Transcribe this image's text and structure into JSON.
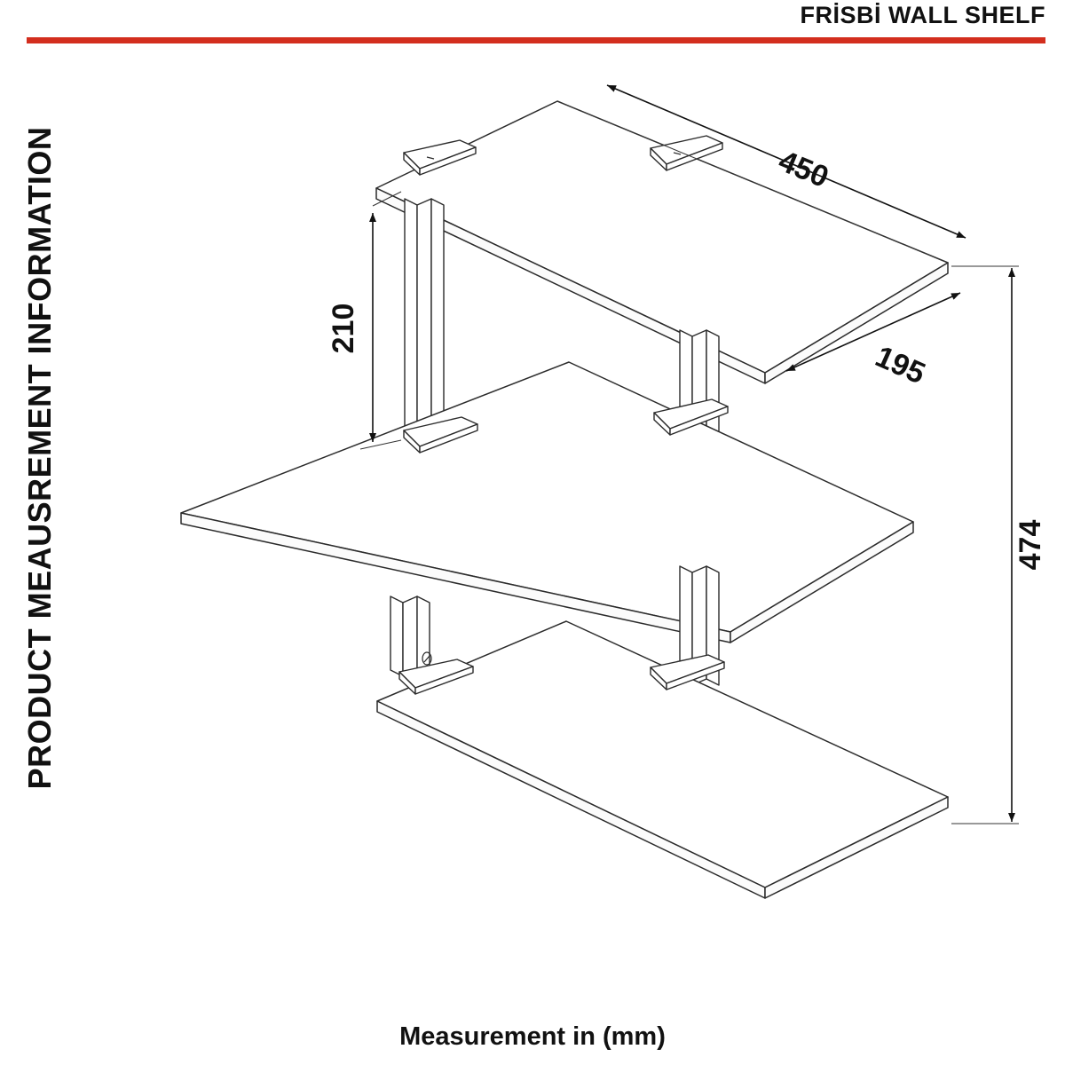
{
  "header": {
    "title": "FRİSBİ WALL SHELF",
    "rule_color": "#d32e1e"
  },
  "side_caption": "PRODUCT MEAUSREMENT INFORMATION",
  "bottom_caption": "Measurement in (mm)",
  "chart_data": {
    "type": "diagram",
    "title": "FRİSBİ WALL SHELF",
    "subtitle": "Measurement in (mm)",
    "units": "mm",
    "view": "isometric",
    "product": "Frisbi Wall Shelf",
    "shelf_count": 3,
    "annotations": [
      {
        "label": "450",
        "meaning": "shelf width",
        "value": 450,
        "unit": "mm",
        "orientation": "along-back-edge"
      },
      {
        "label": "195",
        "meaning": "shelf depth",
        "value": 195,
        "unit": "mm",
        "orientation": "along-side-edge"
      },
      {
        "label": "210",
        "meaning": "vertical gap between shelves",
        "value": 210,
        "unit": "mm",
        "orientation": "vertical"
      },
      {
        "label": "474",
        "meaning": "overall height",
        "value": 474,
        "unit": "mm",
        "orientation": "vertical"
      }
    ]
  },
  "dimensions": {
    "width": "450",
    "depth": "195",
    "shelf_gap": "210",
    "overall_height": "474"
  }
}
